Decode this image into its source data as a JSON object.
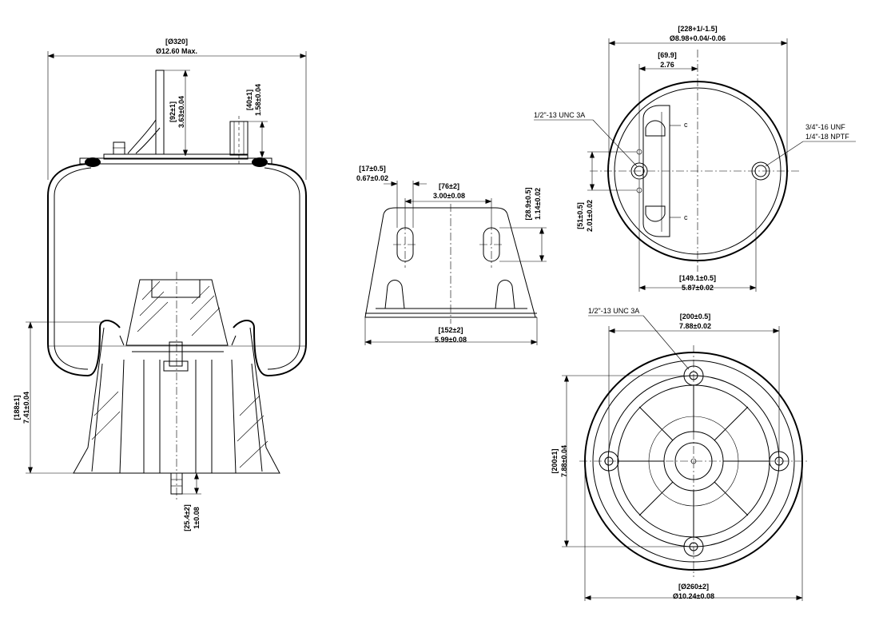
{
  "side_view": {
    "diameter_mm": "[Ø320]",
    "diameter_in": "Ø12.60 Max.",
    "bracket_height_mm": "[92±1]",
    "bracket_height_in": "3.63±0.04",
    "fitting_height_mm": "[40±1]",
    "fitting_height_in": "1.58±0.04",
    "piston_height_mm": "[188±1]",
    "piston_height_in": "7.41±0.04",
    "stud_length_mm": "[25.4±2]",
    "stud_length_in": "1±0.08"
  },
  "bracket_view": {
    "slot_width_mm": "[17±0.5]",
    "slot_width_in": "0.67±0.02",
    "slot_spacing_mm": "[76±2]",
    "slot_spacing_in": "3.00±0.08",
    "slot_height_mm": "[28.9±0.5]",
    "slot_height_in": "1.14±0.02",
    "base_width_mm": "[152±2]",
    "base_width_in": "5.99±0.08"
  },
  "top_view": {
    "plate_diameter_mm": "[228+1/-1.5]",
    "plate_diameter_in": "Ø8.98+0.04/-0.06",
    "offset_mm": "[69.9]",
    "offset_in": "2.76",
    "stud_thread": "1/2\"-13 UNC 3A",
    "port_thread_1": "3/4\"-16 UNF",
    "port_thread_2": "1/4\"-18 NPTF",
    "hole_spacing_mm": "[51±0.5]",
    "hole_spacing_in": "2.01±0.02",
    "bracket_span_mm": "[149.1±0.5]",
    "bracket_span_in": "5.87±0.02",
    "section_mark": "c"
  },
  "bottom_view": {
    "stud_thread": "1/2\"-13 UNC 3A",
    "bolt_circle_mm": "[200±0.5]",
    "bolt_circle_in": "7.88±0.02",
    "bolt_height_mm": "[200±1]",
    "bolt_height_in": "7.88±0.04",
    "base_diameter_mm": "[Ø260±2]",
    "base_diameter_in": "Ø10.24±0.08"
  }
}
